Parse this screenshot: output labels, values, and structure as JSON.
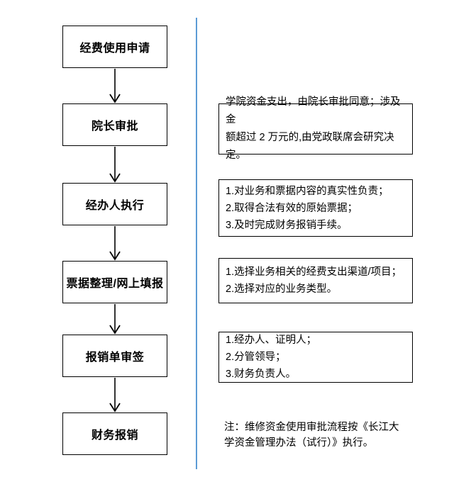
{
  "flow": {
    "steps": [
      {
        "label": "经费使用申请"
      },
      {
        "label": "院长审批"
      },
      {
        "label": "经办人执行"
      },
      {
        "label": "票据整理/网上填报"
      },
      {
        "label": "报销单审签"
      },
      {
        "label": "财务报销"
      }
    ]
  },
  "annotations": [
    {
      "for_step": "院长审批",
      "lines": [
        "学院资金支出，由院长审批同意；涉及金",
        "额超过 2 万元的,由党政联席会研究决定。"
      ]
    },
    {
      "for_step": "经办人执行",
      "lines": [
        "1.对业务和票据内容的真实性负责；",
        "2.取得合法有效的原始票据；",
        "3.及时完成财务报销手续。"
      ]
    },
    {
      "for_step": "票据整理/网上填报",
      "lines": [
        "1.选择业务相关的经费支出渠道/项目；",
        "2.选择对应的业务类型。"
      ]
    },
    {
      "for_step": "报销单审签",
      "lines": [
        "1.经办人、证明人；",
        "2.分管领导；",
        "3.财务负责人。"
      ]
    }
  ],
  "note": {
    "lines": [
      "注：维修资金使用审批流程按《长江大",
      "学资金管理办法（试行）》执行。"
    ]
  },
  "colors": {
    "divider": "#5B9BD5",
    "box_border": "#000000",
    "arrow": "#000000",
    "text": "#000000",
    "background": "#FFFFFF"
  }
}
